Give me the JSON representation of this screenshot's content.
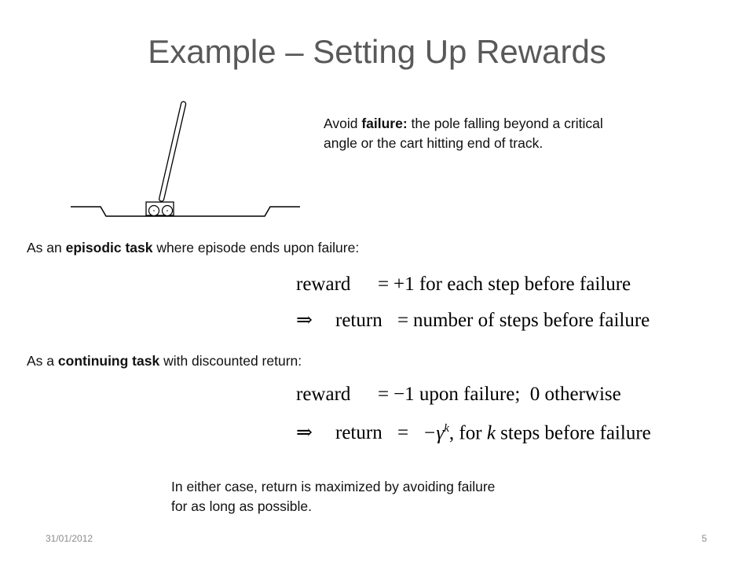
{
  "slide": {
    "title": "Example – Setting Up Rewards",
    "avoid_failure": {
      "pre": "Avoid ",
      "bold": "failure:",
      "rest": " the pole falling beyond a critical angle or the cart hitting end of track."
    },
    "episodic": {
      "pre": "As an ",
      "bold": "episodic task",
      "rest": " where episode ends upon failure:"
    },
    "continuing": {
      "pre": "As  a ",
      "bold": "continuing task",
      "rest": " with discounted return:"
    },
    "conclusion": "In either case, return is maximized by avoiding failure for as long as possible."
  },
  "equations": {
    "eq1": {
      "lhs": "reward",
      "op": "=",
      "rhs": "+1 for each step before failure"
    },
    "eq2": {
      "arrow": "⇒",
      "lhs": "return",
      "op": "=",
      "rhs": "number of steps before failure"
    },
    "eq3": {
      "lhs": "reward",
      "op": "=",
      "rhs": "−1 upon failure;  0 otherwise"
    },
    "eq4": {
      "arrow": "⇒",
      "lhs": "return",
      "op": "=",
      "rhs_pre": "−γ",
      "rhs_exp": "k",
      "rhs_mid": ", for ",
      "rhs_var": "k",
      "rhs_post": " steps before failure"
    }
  },
  "footer": {
    "date": "31/01/2012",
    "page": "5"
  }
}
